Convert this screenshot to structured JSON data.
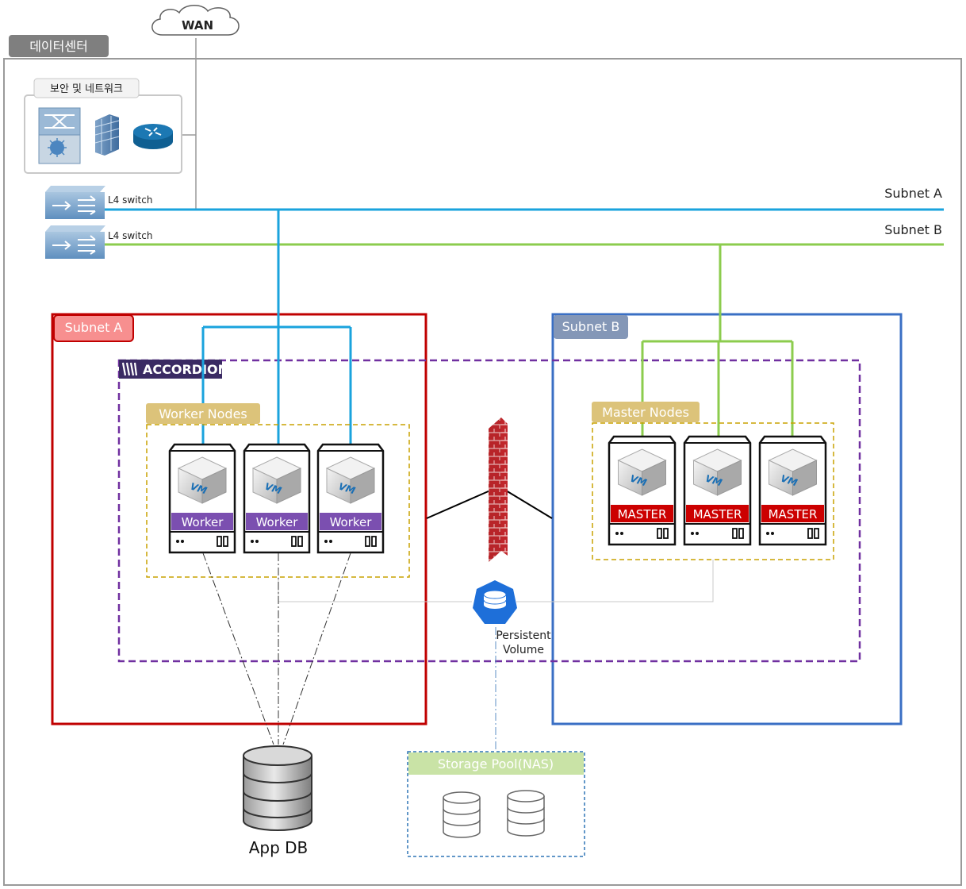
{
  "wan": {
    "label": "WAN"
  },
  "datacenter": {
    "label": "데이터센터"
  },
  "security": {
    "label": "보안 및 네트워크"
  },
  "switches": [
    {
      "label": "L4 switch"
    },
    {
      "label": "L4 switch"
    }
  ],
  "subnet_lines": {
    "a_label": "Subnet A",
    "b_label": "Subnet B"
  },
  "subnet_a": {
    "label": "Subnet A"
  },
  "subnet_b": {
    "label": "Subnet B"
  },
  "accordion": {
    "label": "ACCORDION"
  },
  "worker_group": {
    "label": "Worker Nodes"
  },
  "master_group": {
    "label": "Master Nodes"
  },
  "workers": [
    {
      "vm": "VM",
      "role": "Worker"
    },
    {
      "vm": "VM",
      "role": "Worker"
    },
    {
      "vm": "VM",
      "role": "Worker"
    }
  ],
  "masters": [
    {
      "vm": "VM",
      "role": "MASTER"
    },
    {
      "vm": "VM",
      "role": "MASTER"
    },
    {
      "vm": "VM",
      "role": "MASTER"
    }
  ],
  "persistent_volume": {
    "line1": "Persistent",
    "line2": "Volume"
  },
  "app_db": {
    "label": "App DB"
  },
  "storage_pool": {
    "label": "Storage Pool(NAS)"
  },
  "colors": {
    "subnet_a_line": "#1aa3dd",
    "subnet_b_line": "#8ccc4e",
    "subnet_a_box": "#c00000",
    "subnet_b_box": "#3a6fc4",
    "accordion": "#7030a0",
    "worker_badge": "#7b4fb0",
    "master_badge": "#cc0000",
    "group_label": "#dcc37a",
    "storage_label": "#c9e3a6",
    "pv_icon": "#1e6fd9"
  }
}
